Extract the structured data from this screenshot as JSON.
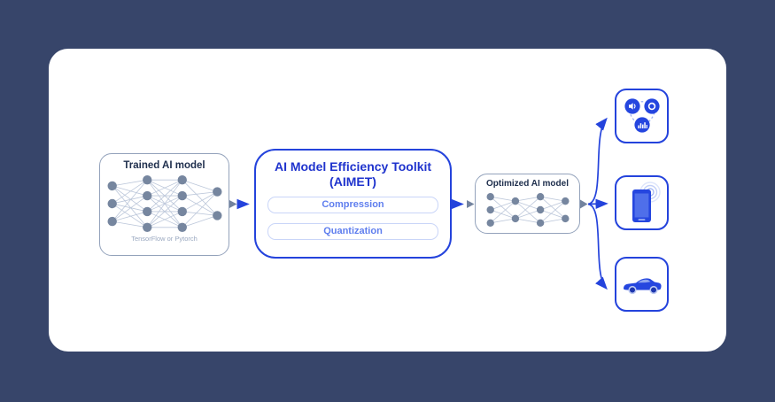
{
  "colors": {
    "background": "#37456A",
    "card": "#FFFFFF",
    "accent_blue": "#2443DC",
    "title_blue": "#1F33CD",
    "pill_text_blue": "#5F7EEE",
    "pill_border": "#C9D5F8",
    "gray_border": "#93A2BB",
    "heading_navy": "#20304E",
    "caption_gray": "#9AA8C0",
    "node_slate": "#76869F",
    "net_edge": "#BCC7DA",
    "gray_arrow": "#73839E"
  },
  "trained_box": {
    "title": "Trained AI model",
    "caption": "TensorFlow or Pytorch",
    "network_layers": [
      3,
      4,
      4,
      2
    ]
  },
  "toolkit_box": {
    "title_line1": "AI Model Efficiency Toolkit",
    "title_line2": "(AIMET)",
    "buttons": [
      {
        "label": "Compression"
      },
      {
        "label": "Quantization"
      }
    ]
  },
  "optimized_box": {
    "title": "Optimized AI model",
    "network_layers": [
      3,
      2,
      3,
      2
    ]
  },
  "targets": [
    {
      "name": "smart-devices"
    },
    {
      "name": "smartphone"
    },
    {
      "name": "automotive"
    }
  ]
}
